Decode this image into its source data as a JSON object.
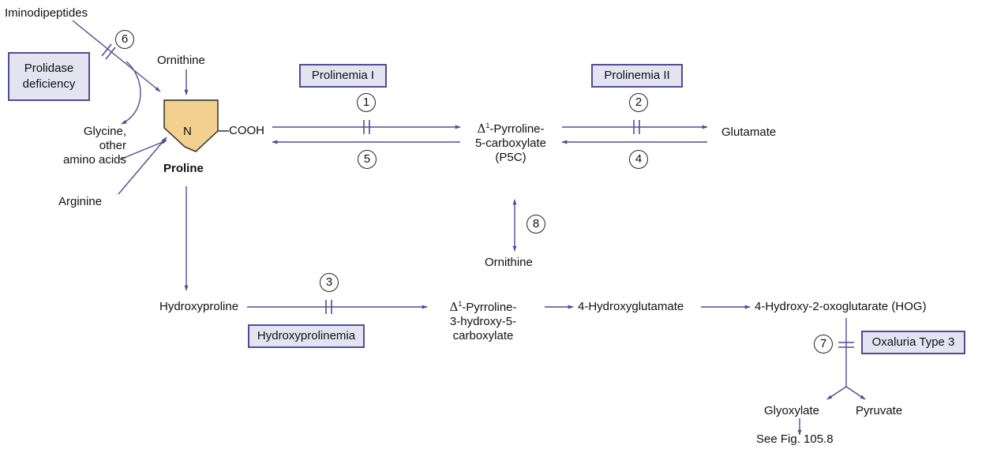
{
  "colors": {
    "arrow": "#524c95",
    "box_fill": "#e4e3f1",
    "box_border": "#524c95",
    "ring_fill": "#f2d08e"
  },
  "compounds": {
    "iminodipeptides": "Iminodipeptides",
    "ornithine_top": "Ornithine",
    "cooh": "COOH",
    "ring_n": "N",
    "proline": "Proline",
    "glycine": "Glycine,\nother\namino acids",
    "arginine": "Arginine",
    "p5c_delta": "Δ",
    "p5c_sup": "1",
    "p5c_rest": "-Pyrroline-\n5-carboxylate\n(P5C)",
    "glutamate": "Glutamate",
    "ornithine_mid": "Ornithine",
    "hydroxyproline": "Hydroxyproline",
    "hp5c_delta": "Δ",
    "hp5c_sup": "1",
    "hp5c_rest": "-Pyrroline-\n3-hydroxy-5-\ncarboxylate",
    "hydroxyglutamate": "4-Hydroxyglutamate",
    "hog": "4-Hydroxy-2-oxoglutarate (HOG)",
    "glyoxylate": "Glyoxylate",
    "pyruvate": "Pyruvate",
    "see_fig": "See Fig. 105.8"
  },
  "diseases": {
    "prolidase": "Prolidase\ndeficiency",
    "prolinemia1": "Prolinemia I",
    "prolinemia2": "Prolinemia II",
    "hydroxyprolinemia": "Hydroxyprolinemia",
    "oxaluria3": "Oxaluria Type 3"
  },
  "steps": [
    "1",
    "2",
    "3",
    "4",
    "5",
    "6",
    "7",
    "8"
  ]
}
